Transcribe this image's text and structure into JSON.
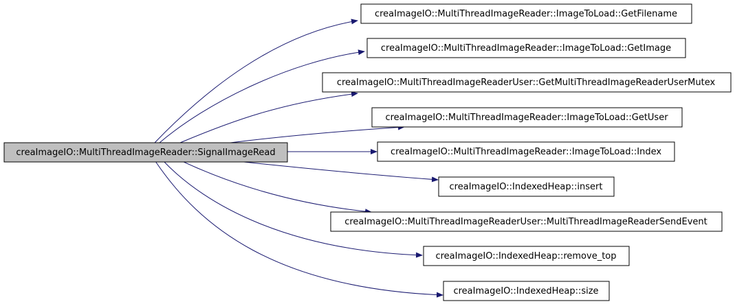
{
  "diagram": {
    "source": {
      "label": "creaImageIO::MultiThreadImageReader::SignalImageRead"
    },
    "targets": [
      {
        "label": "creaImageIO::MultiThreadImageReader::ImageToLoad::GetFilename"
      },
      {
        "label": "creaImageIO::MultiThreadImageReader::ImageToLoad::GetImage"
      },
      {
        "label": "creaImageIO::MultiThreadImageReaderUser::GetMultiThreadImageReaderUserMutex"
      },
      {
        "label": "creaImageIO::MultiThreadImageReader::ImageToLoad::GetUser"
      },
      {
        "label": "creaImageIO::MultiThreadImageReader::ImageToLoad::Index"
      },
      {
        "label": "creaImageIO::IndexedHeap::insert"
      },
      {
        "label": "creaImageIO::MultiThreadImageReaderUser::MultiThreadImageReaderSendEvent"
      },
      {
        "label": "creaImageIO::IndexedHeap::remove_top"
      },
      {
        "label": "creaImageIO::IndexedHeap::size"
      }
    ],
    "colors": {
      "source_fill": "#bfbfbf",
      "node_fill": "#ffffff",
      "node_border": "#000000",
      "edge": "#191970"
    }
  }
}
